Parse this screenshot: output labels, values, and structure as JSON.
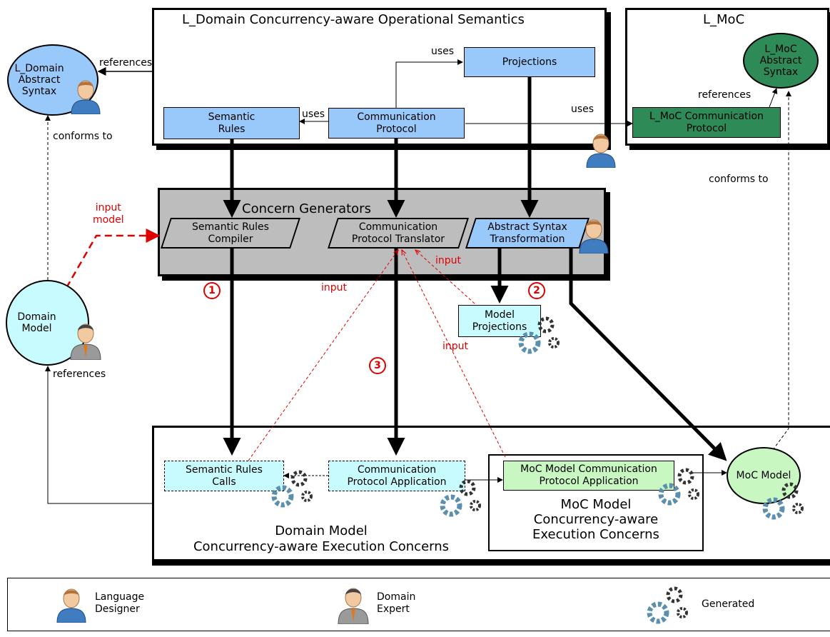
{
  "frames": {
    "semantics_title": "L_Domain Concurrency-aware Operational Semantics",
    "moc_title": "L_MoC",
    "generators_title": "Concern Generators",
    "domain_concerns_title": "Domain Model\nConcurrency-aware Execution Concerns",
    "moc_concerns_title": "MoC Model\nConcurrency-aware\nExecution Concerns"
  },
  "nodes": {
    "l_domain_abstract_syntax": "L_Domain\nAbstract\nSyntax",
    "projections": "Projections",
    "semantic_rules": "Semantic\nRules",
    "communication_protocol": "Communication\nProtocol",
    "l_moc_abstract_syntax": "L_MoC\nAbstract\nSyntax",
    "l_moc_communication_protocol": "L_MoC Communication\nProtocol",
    "semantic_rules_compiler": "Semantic Rules\nCompiler",
    "communication_protocol_translator": "Communication\nProtocol Translator",
    "abstract_syntax_transformation": "Abstract Syntax\nTransformation",
    "domain_model": "Domain\nModel",
    "model_projections": "Model\nProjections",
    "semantic_rules_calls": "Semantic Rules\nCalls",
    "communication_protocol_application": "Communication\nProtocol Application",
    "moc_model_communication_protocol_application": "MoC Model Communication\nProtocol Application",
    "moc_model": "MoC Model"
  },
  "edge_labels": {
    "references_top": "references",
    "uses_top": "uses",
    "uses_left": "uses",
    "uses_right": "uses",
    "references_moc": "references",
    "conforms_to_left": "conforms to",
    "conforms_to_right": "conforms to",
    "input_model": "input\nmodel",
    "input_1": "input",
    "input_2": "input",
    "input_3": "input",
    "references_bottom": "references"
  },
  "steps": {
    "one": "1",
    "two": "2",
    "three": "3"
  },
  "legend": {
    "language_designer": "Language\nDesigner",
    "domain_expert": "Domain\nExpert",
    "generated": "Generated"
  },
  "colors": {
    "blue": "#99c9fb",
    "dark_green": "#2e8b57",
    "light_green": "#c8f7c2",
    "cyan": "#c8fbfd",
    "gray": "#bdbdbd",
    "red": "#e00000"
  }
}
